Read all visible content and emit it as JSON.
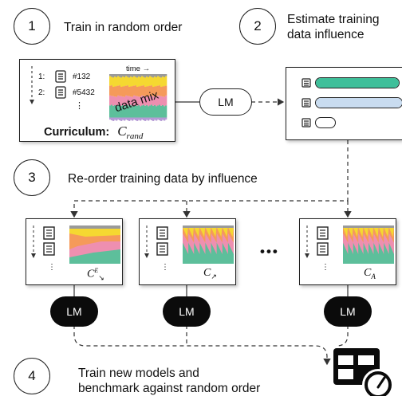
{
  "steps": [
    {
      "number": "1",
      "text": "Train in random order"
    },
    {
      "number": "2",
      "text_line1": "Estimate training",
      "text_line2": "data influence"
    },
    {
      "number": "3",
      "text": "Re-order training data by influence"
    },
    {
      "number": "4",
      "text_line1": "Train new models and",
      "text_line2": "benchmark against random order"
    }
  ],
  "random_box": {
    "item1_index": "1:",
    "item1_id": "#132",
    "item2_index": "2:",
    "item2_id": "#5432",
    "ellipsis": "⋮",
    "time_label": "time →",
    "mix_label": "data mix",
    "curriculum_label": "Curriculum:",
    "curriculum_symbol": "C",
    "curriculum_sub": "rand"
  },
  "lm_label": "LM",
  "influence_bars": [
    {
      "color": "#3fbf9a",
      "fill": 1.0
    },
    {
      "color": "#c9dcf0",
      "fill": 1.0
    },
    {
      "color": "#ffffff",
      "fill": 0.2
    }
  ],
  "curricula": [
    {
      "symbol": "C",
      "sup": "E",
      "sub": "↘"
    },
    {
      "symbol": "C",
      "sup": "",
      "sub": "↗"
    },
    {
      "symbol": "C",
      "sup": "",
      "sub": "A"
    }
  ],
  "ellipsis_middle": "•••",
  "colors": {
    "yellow": "#f5d831",
    "orange": "#f59a5a",
    "pink": "#ee8fb0",
    "teal": "#5dbf9b",
    "gray": "#9a9a9a",
    "purple": "#b59ad6"
  }
}
